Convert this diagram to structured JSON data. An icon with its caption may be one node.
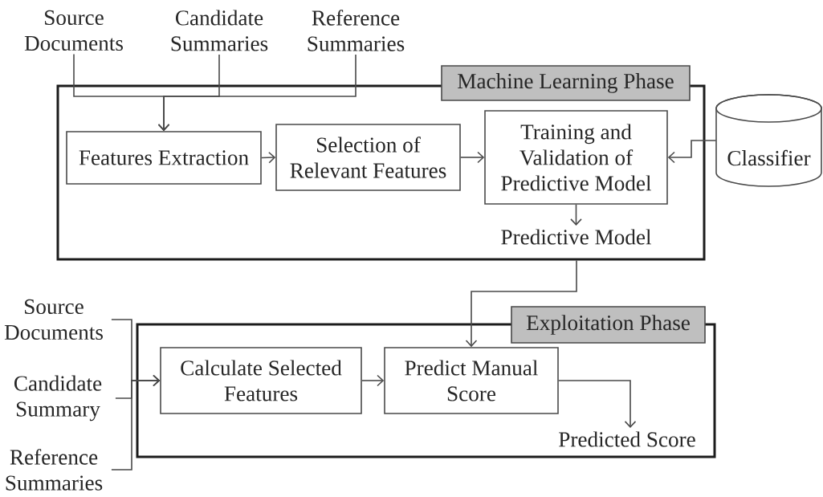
{
  "diagram": {
    "nodes": [
      {
        "text": [
          "Source Documents"
        ]
      },
      {
        "text": [
          "Candidate Summaries"
        ]
      },
      {
        "text": [
          "Reference Summaries"
        ]
      },
      {
        "text": [
          "Machine Learning Phase"
        ]
      },
      {
        "text": [
          "Features Extraction"
        ],
        "in": 3
      },
      {
        "text": [
          "Selection of Relevant Features"
        ],
        "in": 3
      },
      {
        "text": [
          "Training and Validation of Predictive Model"
        ],
        "in": 3
      },
      {
        "text": [
          "Classifier"
        ]
      },
      {
        "text": [
          "Predictive Model"
        ],
        "in": 3
      },
      {
        "text": [
          "Source Documents"
        ]
      },
      {
        "text": [
          "Candidate Summary"
        ]
      },
      {
        "text": [
          "Reference Summaries"
        ]
      },
      {
        "text": [
          "Exploitation Phase"
        ]
      },
      {
        "text": [
          "Calculate Selected Features"
        ],
        "in": 12
      },
      {
        "text": [
          "Predict Manual Score"
        ],
        "in": 12
      },
      {
        "text": [
          "Predicted Score"
        ],
        "in": 12
      }
    ],
    "edges": [
      {
        "from": 0,
        "to": 4,
        "arrow": "to"
      },
      {
        "from": 1,
        "to": 4,
        "arrow": "to"
      },
      {
        "from": 2,
        "to": 4,
        "arrow": "to"
      },
      {
        "from": 4,
        "to": 5,
        "arrow": "to"
      },
      {
        "from": 5,
        "to": 6,
        "arrow": "to"
      },
      {
        "from": 7,
        "to": 6,
        "arrow": "to"
      },
      {
        "from": 6,
        "to": 8,
        "arrow": "to"
      },
      {
        "from": 3,
        "to": 14,
        "arrow": "to"
      },
      {
        "from": 9,
        "to": 13,
        "arrow": "to"
      },
      {
        "from": 10,
        "to": 13,
        "arrow": "to"
      },
      {
        "from": 11,
        "to": 13,
        "arrow": "to"
      },
      {
        "from": 13,
        "to": 14,
        "arrow": "to"
      },
      {
        "from": 14,
        "to": 15,
        "arrow": "to"
      }
    ]
  }
}
